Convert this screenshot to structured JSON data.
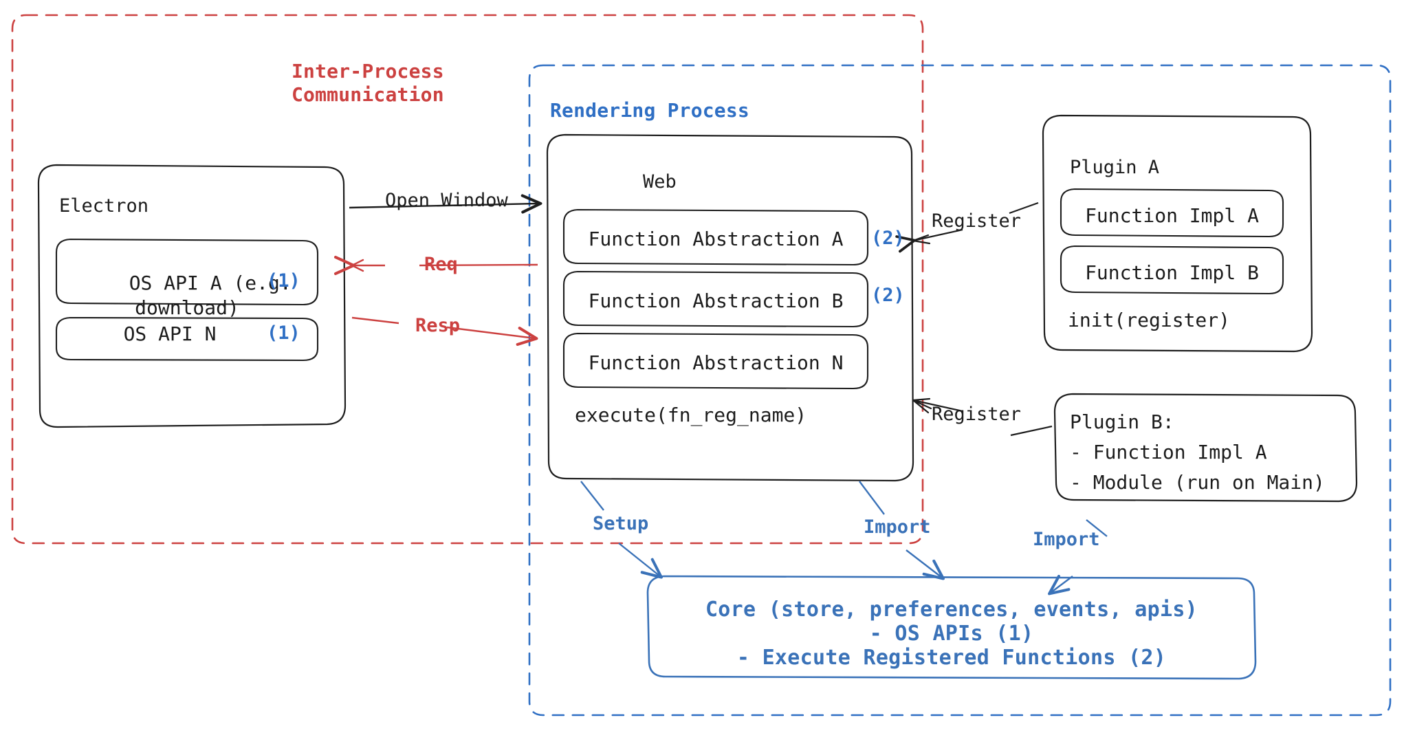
{
  "diagram": {
    "title_ipc": "Inter-Process\nCommunication",
    "containers": [
      {
        "id": "ipc",
        "label": "Inter-Process Communication",
        "style": "dashed",
        "color": "#cc4140"
      },
      {
        "id": "rendering",
        "label": "Rendering Process",
        "style": "dashed",
        "color": "#2f6fc4"
      }
    ]
  },
  "ipc_boundary": {
    "label_line1": "Inter-Process",
    "label_line2": "Communication",
    "color": "#cc4140"
  },
  "rendering_boundary": {
    "label": "Rendering Process",
    "color": "#2f6fc4"
  },
  "electron": {
    "title": "Electron",
    "items": [
      {
        "label": "OS API A (e.g.\ndownload)",
        "badge": "(1)"
      },
      {
        "label": "OS API N",
        "badge": "(1)"
      }
    ]
  },
  "web": {
    "title": "Web",
    "items": [
      {
        "label": "Function Abstraction A",
        "badge": "(2)"
      },
      {
        "label": "Function Abstraction B",
        "badge": "(2)"
      },
      {
        "label": "Function Abstraction N",
        "badge": ""
      }
    ],
    "footer": "execute(fn_reg_name)"
  },
  "plugin_a": {
    "title": "Plugin A",
    "items": [
      {
        "label": "Function Impl A"
      },
      {
        "label": "Function Impl B"
      }
    ],
    "footer": "init(register)"
  },
  "plugin_b": {
    "title": "Plugin B:",
    "lines": [
      "- Function Impl A",
      "- Module (run on Main)"
    ]
  },
  "core": {
    "line1": "Core (store, preferences, events, apis)",
    "line2": "- OS APIs (1)",
    "line3": "- Execute Registered Functions (2)",
    "color": "#3a72b8"
  },
  "edges": {
    "open_window": "Open Window",
    "req": "Req",
    "resp": "Resp",
    "register_a": "Register",
    "register_b": "Register",
    "setup": "Setup",
    "import_left": "Import",
    "import_right": "Import"
  },
  "colors": {
    "red": "#cc4140",
    "blue": "#2f6fc4",
    "blue_core": "#3a72b8",
    "stroke": "#1e1e1e",
    "background": "#ffffff"
  }
}
